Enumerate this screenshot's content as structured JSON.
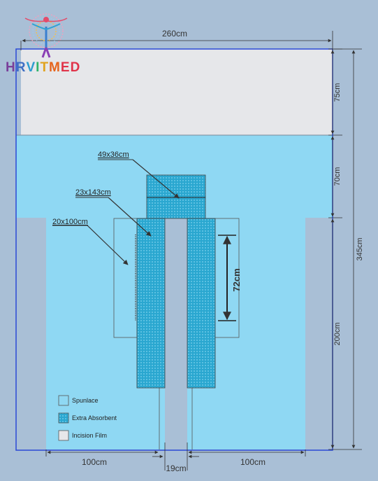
{
  "logo": {
    "text": "HRVITMED",
    "letters": [
      {
        "ch": "H",
        "color": "#7a3f9a"
      },
      {
        "ch": "R",
        "color": "#3f6fc4"
      },
      {
        "ch": "V",
        "color": "#2d9dd0"
      },
      {
        "ch": "I",
        "color": "#2fb36b"
      },
      {
        "ch": "T",
        "color": "#e0a21d"
      },
      {
        "ch": "M",
        "color": "#e6651d"
      },
      {
        "ch": "E",
        "color": "#e0344a"
      },
      {
        "ch": "D",
        "color": "#e0344a"
      }
    ]
  },
  "dimensions": {
    "total_width": "260cm",
    "left_width": "100cm",
    "gap_width": "19cm",
    "right_width": "100cm",
    "top_height": "75cm",
    "mid_height": "70cm",
    "leg_height": "200cm",
    "total_height": "345cm",
    "pouch_height": "72cm"
  },
  "callouts": {
    "top_patch": "49x36cm",
    "strip": "23x143cm",
    "pouch": "20x100cm"
  },
  "legend": {
    "items": [
      {
        "label": "Spunlace",
        "color": "#8fd8f3",
        "pattern": false
      },
      {
        "label": "Extra Absorbent",
        "color": "#2aa7d0",
        "pattern": true
      },
      {
        "label": "Incision Film",
        "color": "#e6e7ea",
        "pattern": false
      }
    ]
  },
  "colors": {
    "spunlace": "#8fd8f3",
    "film": "#e6e7ea",
    "absorbent": "#2aa7d0",
    "outline": "#2a49d6",
    "dim_line": "#333333"
  }
}
